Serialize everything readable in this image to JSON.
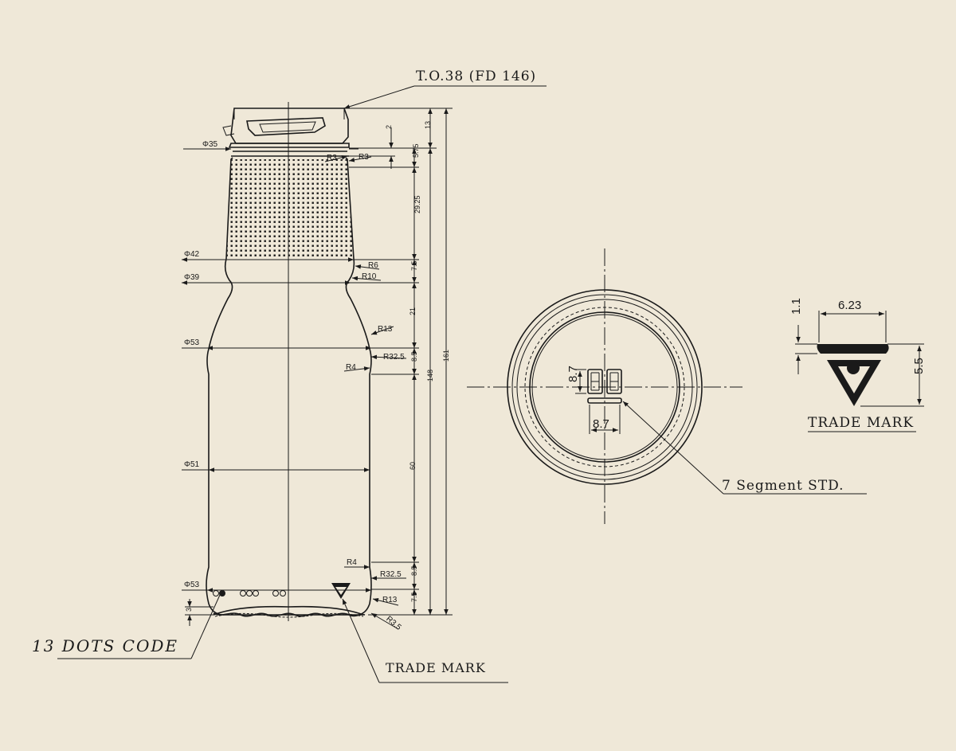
{
  "callouts": {
    "closure": "T.O.38 (FD 146)",
    "dots_code": "13 DOTS CODE",
    "trade_mark_bottom": "TRADE MARK",
    "segment": "7 Segment STD.",
    "trade_mark_detail": "TRADE MARK"
  },
  "diameters": {
    "d35": "Φ35",
    "d42": "Φ42",
    "d39": "Φ39",
    "d53_top": "Φ53",
    "d51": "Φ51",
    "d53_bottom": "Φ53"
  },
  "radii": {
    "r3a": "R3",
    "r3b": "R3",
    "r6": "R6",
    "r10": "R10",
    "r13_top": "R13",
    "r32_5_top": "R32.5",
    "r4_top": "R4",
    "r4_bottom": "R4",
    "r32_5_bottom": "R32.5",
    "r13_bottom": "R13",
    "r3_5": "R3.5"
  },
  "heights": {
    "h2": "2",
    "h13": "13",
    "h5_75": "5.75",
    "h29_25": "29.25",
    "h7_5_top": "7.5",
    "h21": "21",
    "h8_5_top": "8.5",
    "h60": "60",
    "h8_5_bottom": "8.5",
    "h7_5_bottom": "7.5",
    "h148": "148",
    "h161": "161",
    "h3": "3"
  },
  "base_view": {
    "seg_h": "8.7",
    "seg_w": "8.7"
  },
  "trademark_detail": {
    "width": "6.23",
    "height": "5.5",
    "bar": "1.1"
  }
}
